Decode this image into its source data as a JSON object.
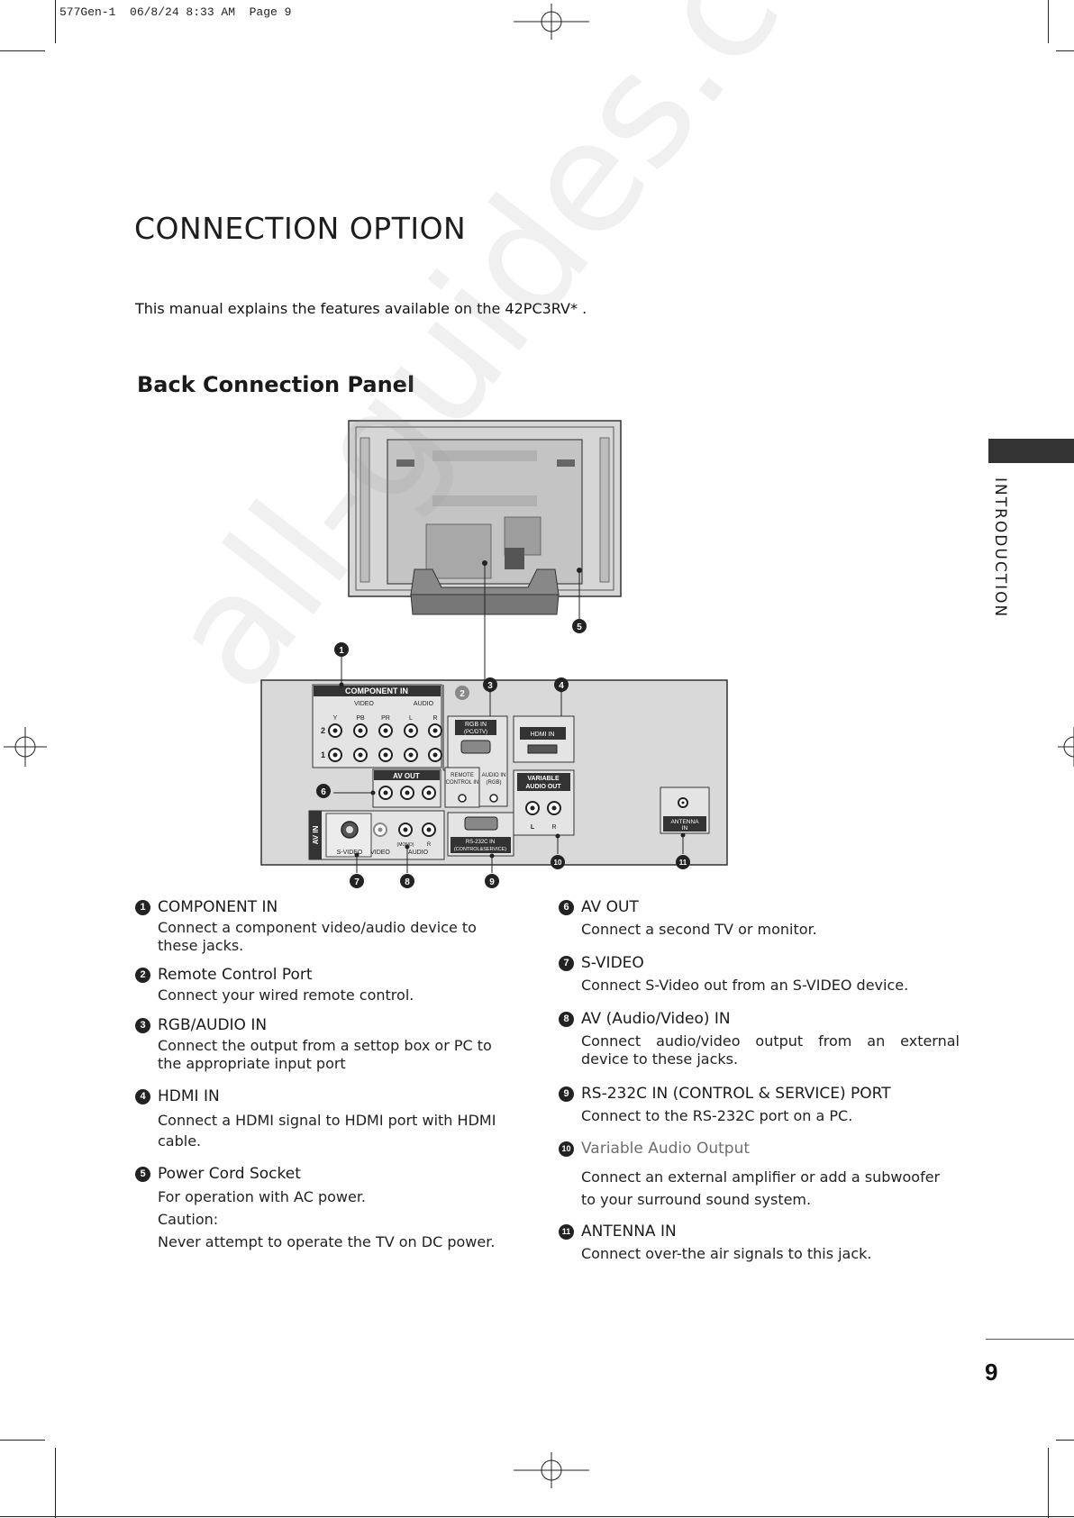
{
  "print_header": "577Gen-1  06/8/24 8:33 AM  Page 9",
  "title": "CONNECTION OPTION",
  "intro": "This manual explains the features available on the 42PC3RV* .",
  "section_title": "Back Connection Panel",
  "side_label": "INTRODUCTION",
  "page_number": "9",
  "watermark": "all-guides.com",
  "panel": {
    "component_in": "COMPONENT IN",
    "video": "VIDEO",
    "audio": "AUDIO",
    "y": "Y",
    "pb": "PB",
    "pr": "PR",
    "l": "L",
    "r": "R",
    "row_2": "2",
    "row_1": "1",
    "rgb_in": "RGB IN",
    "rgb_in_sub": "(PC/DTV)",
    "hdmi_in": "HDMI IN",
    "av_out": "AV OUT",
    "remote_control_in": "REMOTE",
    "remote_control_in_2": "CONTROL IN",
    "audio_in": "AUDIO IN",
    "audio_in_sub": "(RGB)",
    "variable_audio_out": "VARIABLE",
    "variable_audio_out_2": "AUDIO OUT",
    "av_in": "AV IN",
    "s_video": "S-VIDEO",
    "av_video": "VIDEO",
    "mono": "(MONO)",
    "av_audio": "AUDIO",
    "rs232c": "RS-232C IN",
    "rs232c_sub": "(CONTROL&SERVICE)",
    "antenna": "ANTENNA",
    "antenna_sub": "IN"
  },
  "callouts": [
    "1",
    "2",
    "3",
    "4",
    "5",
    "6",
    "7",
    "8",
    "9",
    "10",
    "11"
  ],
  "left_items": [
    {
      "num": "1",
      "title": "COMPONENT IN",
      "lines": [
        "Connect a component video/audio device to",
        "these jacks."
      ]
    },
    {
      "num": "2",
      "title": "Remote Control Port",
      "lines": [
        "Connect your wired remote control."
      ]
    },
    {
      "num": "3",
      "title": "RGB/AUDIO IN",
      "lines": [
        "Connect the output from a settop box or PC to",
        "the appropriate input port"
      ]
    },
    {
      "num": "4",
      "title": "HDMI IN",
      "lines": [
        "Connect a HDMI signal to HDMI port with HDMI",
        "cable."
      ]
    },
    {
      "num": "5",
      "title": "Power Cord Socket",
      "lines": [
        "For operation with AC power.",
        "Caution:",
        "Never attempt to operate the TV on DC power."
      ]
    }
  ],
  "right_items": [
    {
      "num": "6",
      "title": "AV OUT",
      "lines": [
        "Connect a second TV or monitor."
      ]
    },
    {
      "num": "7",
      "title": "S-VIDEO",
      "lines": [
        "Connect S-Video out from an S-VIDEO device."
      ]
    },
    {
      "num": "8",
      "title": "AV (Audio/Video) IN",
      "lines": [
        "Connect audio/video output from an external",
        "device to these jacks."
      ]
    },
    {
      "num": "9",
      "title": "RS-232C IN (CONTROL & SERVICE) PORT",
      "lines": [
        "Connect to the RS-232C port on a PC."
      ]
    },
    {
      "num": "10",
      "title": "Variable Audio Output",
      "lines": [
        "Connect an external amplifier or add a subwoofer",
        "to your surround sound system."
      ]
    },
    {
      "num": "11",
      "title": "ANTENNA IN",
      "lines": [
        "Connect over-the air signals to this jack."
      ]
    }
  ]
}
